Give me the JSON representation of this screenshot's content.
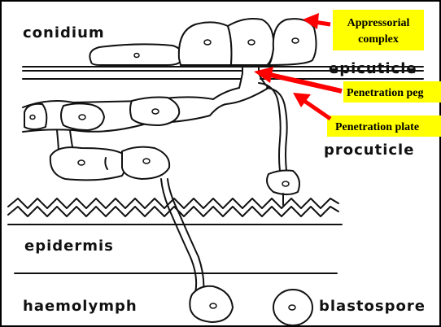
{
  "labels": {
    "conidium": "conidium",
    "epicuticle": "epicuticle",
    "procuticle": "procuticle",
    "epidermis": "epidermis",
    "haemolymph": "haemolymph",
    "blastospore": "blastospore"
  },
  "callouts": {
    "appressorial_line1": "Appressorial",
    "appressorial_line2": "complex",
    "penetration_peg": "Penetration peg",
    "penetration_plate": "Penetration plate"
  },
  "colors": {
    "callout_fill": "#ffff00",
    "arrow": "#ff0000",
    "ink": "#111111"
  }
}
